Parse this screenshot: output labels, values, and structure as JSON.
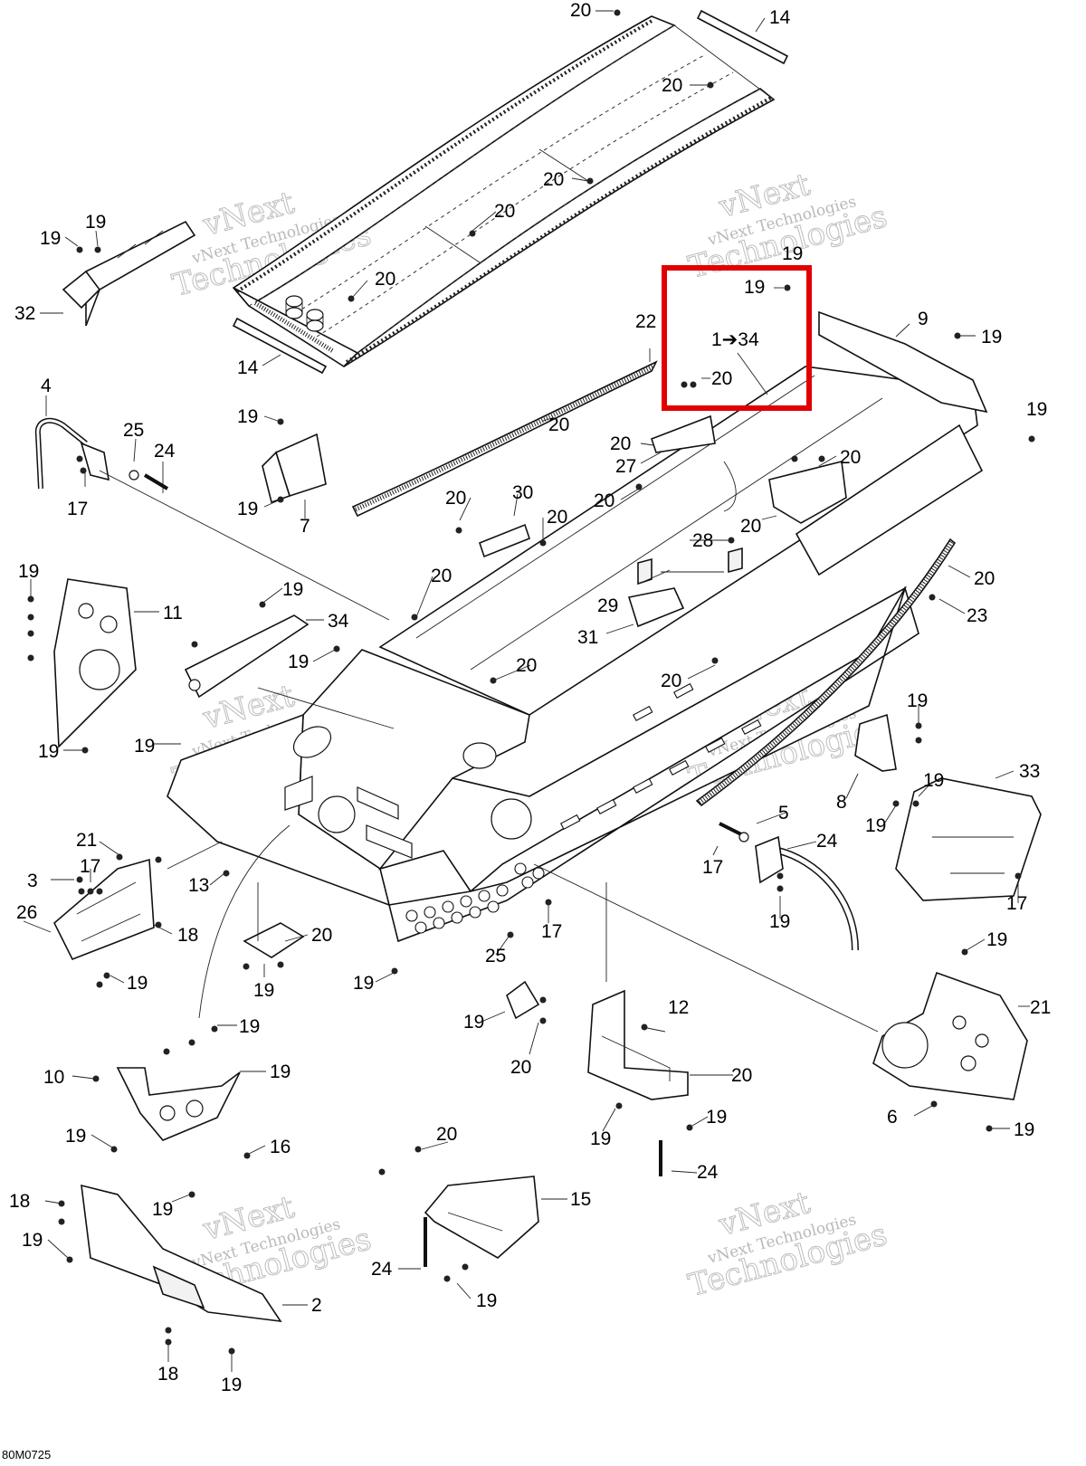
{
  "drawing_code": "80M0725",
  "watermark": {
    "brand": "vNext",
    "line1": "vNext Technologies",
    "line2": "Technologies"
  },
  "highlight": {
    "color": "#e00000",
    "label": "1➔34",
    "bolt_19": "19",
    "bolt_20": "20"
  },
  "callouts": [
    {
      "id": "c1",
      "text": "20"
    },
    {
      "id": "c2",
      "text": "14"
    },
    {
      "id": "c3",
      "text": "20"
    },
    {
      "id": "c4",
      "text": "20"
    },
    {
      "id": "c5",
      "text": "20"
    },
    {
      "id": "c6",
      "text": "20"
    },
    {
      "id": "c7",
      "text": "14"
    },
    {
      "id": "c8",
      "text": "19"
    },
    {
      "id": "c9",
      "text": "19"
    },
    {
      "id": "c10",
      "text": "32"
    },
    {
      "id": "c11",
      "text": "19"
    },
    {
      "id": "c12",
      "text": "9"
    },
    {
      "id": "c13",
      "text": "19"
    },
    {
      "id": "c14",
      "text": "22"
    },
    {
      "id": "c15",
      "text": "19"
    },
    {
      "id": "c16",
      "text": "4"
    },
    {
      "id": "c17",
      "text": "25"
    },
    {
      "id": "c18",
      "text": "24"
    },
    {
      "id": "c19",
      "text": "17"
    },
    {
      "id": "c20",
      "text": "19"
    },
    {
      "id": "c21",
      "text": "19"
    },
    {
      "id": "c22",
      "text": "7"
    },
    {
      "id": "c23",
      "text": "20"
    },
    {
      "id": "c24",
      "text": "20"
    },
    {
      "id": "c25",
      "text": "27"
    },
    {
      "id": "c26",
      "text": "20"
    },
    {
      "id": "c27",
      "text": "20"
    },
    {
      "id": "c28",
      "text": "30"
    },
    {
      "id": "c29",
      "text": "20"
    },
    {
      "id": "c30",
      "text": "20"
    },
    {
      "id": "c31",
      "text": "28"
    },
    {
      "id": "c32",
      "text": "20"
    },
    {
      "id": "c33",
      "text": "23"
    },
    {
      "id": "c34",
      "text": "20"
    },
    {
      "id": "c35",
      "text": "19"
    },
    {
      "id": "c36",
      "text": "11"
    },
    {
      "id": "c37",
      "text": "19"
    },
    {
      "id": "c38",
      "text": "34"
    },
    {
      "id": "c39",
      "text": "20"
    },
    {
      "id": "c40",
      "text": "29"
    },
    {
      "id": "c41",
      "text": "31"
    },
    {
      "id": "c42",
      "text": "19"
    },
    {
      "id": "c43",
      "text": "20"
    },
    {
      "id": "c44",
      "text": "20"
    },
    {
      "id": "c45",
      "text": "19"
    },
    {
      "id": "c46",
      "text": "19"
    },
    {
      "id": "c47",
      "text": "19"
    },
    {
      "id": "c48",
      "text": "8"
    },
    {
      "id": "c49",
      "text": "19"
    },
    {
      "id": "c50",
      "text": "19"
    },
    {
      "id": "c51",
      "text": "33"
    },
    {
      "id": "c52",
      "text": "17"
    },
    {
      "id": "c53",
      "text": "21"
    },
    {
      "id": "c54",
      "text": "17"
    },
    {
      "id": "c55",
      "text": "3"
    },
    {
      "id": "c56",
      "text": "26"
    },
    {
      "id": "c57",
      "text": "18"
    },
    {
      "id": "c58",
      "text": "19"
    },
    {
      "id": "c59",
      "text": "13"
    },
    {
      "id": "c60",
      "text": "20"
    },
    {
      "id": "c61",
      "text": "19"
    },
    {
      "id": "c62",
      "text": "19"
    },
    {
      "id": "c63",
      "text": "17"
    },
    {
      "id": "c64",
      "text": "25"
    },
    {
      "id": "c65",
      "text": "5"
    },
    {
      "id": "c66",
      "text": "24"
    },
    {
      "id": "c67",
      "text": "17"
    },
    {
      "id": "c68",
      "text": "19"
    },
    {
      "id": "c69",
      "text": "19"
    },
    {
      "id": "c70",
      "text": "6"
    },
    {
      "id": "c71",
      "text": "19"
    },
    {
      "id": "c72",
      "text": "20"
    },
    {
      "id": "c73",
      "text": "12"
    },
    {
      "id": "c74",
      "text": "21"
    },
    {
      "id": "c75",
      "text": "19"
    },
    {
      "id": "c76",
      "text": "10"
    },
    {
      "id": "c77",
      "text": "19"
    },
    {
      "id": "c78",
      "text": "19"
    },
    {
      "id": "c79",
      "text": "16"
    },
    {
      "id": "c80",
      "text": "20"
    },
    {
      "id": "c81",
      "text": "19"
    },
    {
      "id": "c82",
      "text": "19"
    },
    {
      "id": "c83",
      "text": "19"
    },
    {
      "id": "c84",
      "text": "19"
    },
    {
      "id": "c85",
      "text": "24"
    },
    {
      "id": "c86",
      "text": "20"
    },
    {
      "id": "c87",
      "text": "18"
    },
    {
      "id": "c88",
      "text": "15"
    },
    {
      "id": "c89",
      "text": "19"
    },
    {
      "id": "c90",
      "text": "24"
    },
    {
      "id": "c91",
      "text": "19"
    },
    {
      "id": "c92",
      "text": "2"
    },
    {
      "id": "c93",
      "text": "18"
    },
    {
      "id": "c94",
      "text": "19"
    },
    {
      "id": "c95",
      "text": "19"
    }
  ]
}
